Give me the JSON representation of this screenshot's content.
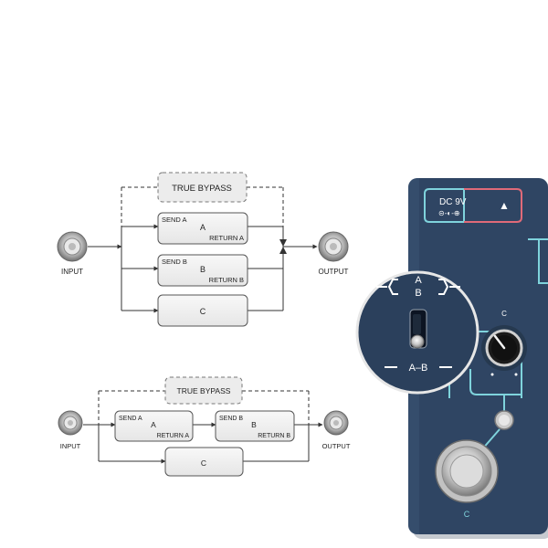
{
  "diagram_top": {
    "input_label": "INPUT",
    "output_label": "OUTPUT",
    "true_bypass": "TRUE BYPASS",
    "loop_a": {
      "send": "SEND A",
      "name": "A",
      "return": "RETURN A"
    },
    "loop_b": {
      "send": "SEND B",
      "name": "B",
      "return": "RETURN B"
    },
    "path_c": "C"
  },
  "diagram_bottom": {
    "input_label": "INPUT",
    "output_label": "OUTPUT",
    "true_bypass": "TRUE BYPASS",
    "loop_a": {
      "send": "SEND A",
      "name": "A",
      "return": "RETURN A"
    },
    "loop_b": {
      "send": "SEND B",
      "name": "B",
      "return": "RETURN B"
    },
    "path_c": "C"
  },
  "pedal": {
    "power_label": "DC 9V",
    "power_polarity": "⊝-◐-⊕",
    "up_arrow": "▲",
    "mode_top_letter_a": "A",
    "mode_top_letter_b": "B",
    "mode_bottom_label": "A–B",
    "knob_label": "C",
    "footswitch_label": "C"
  },
  "colors": {
    "enclosure": "#2f4563",
    "accent_cyan": "#7fd3dc",
    "accent_red": "#e06a78",
    "box_border": "#555555",
    "box_fill": "#f1f1f1"
  }
}
